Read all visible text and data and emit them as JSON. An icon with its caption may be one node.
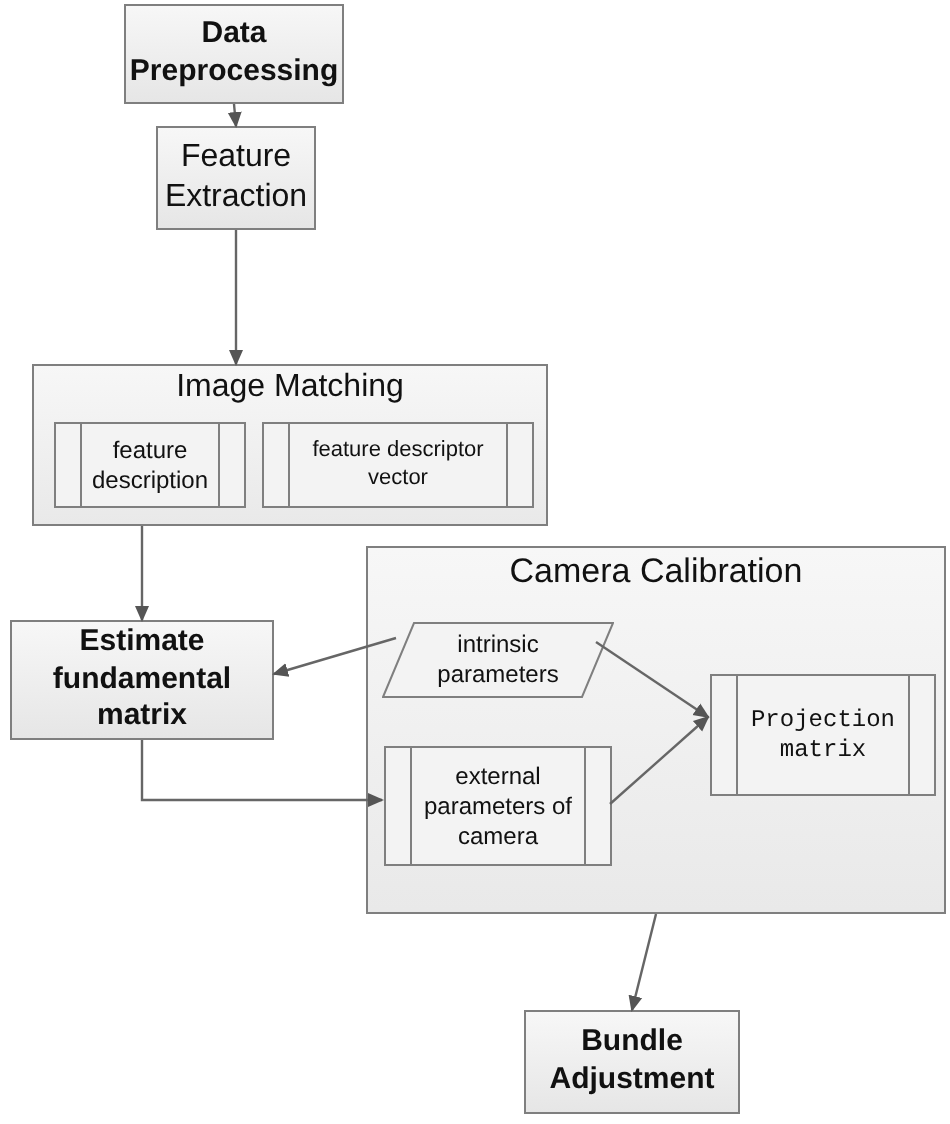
{
  "diagram": {
    "nodes": [
      {
        "text": [
          "Data Preprocessing"
        ]
      },
      {
        "text": [
          "Feature Extraction"
        ]
      },
      {
        "text": [
          "Image Matching"
        ]
      },
      {
        "text": [
          "feature description"
        ],
        "in": 2
      },
      {
        "text": [
          "feature descriptor vector"
        ],
        "in": 2
      },
      {
        "text": [
          "Estimate fundamental matrix"
        ]
      },
      {
        "text": [
          "Camera Calibration"
        ]
      },
      {
        "text": [
          "intrinsic parameters"
        ],
        "in": 6
      },
      {
        "text": [
          "external parameters of camera"
        ],
        "in": 6
      },
      {
        "text": [
          "Projection matrix"
        ],
        "in": 6
      },
      {
        "text": [
          "Bundle Adjustment"
        ]
      }
    ],
    "edges": [
      {
        "from": 0,
        "to": 1,
        "arrow": "to"
      },
      {
        "from": 1,
        "to": 2,
        "arrow": "to"
      },
      {
        "from": 2,
        "to": 5,
        "arrow": "to"
      },
      {
        "from": 7,
        "to": 5,
        "arrow": "to"
      },
      {
        "from": 5,
        "to": 8,
        "arrow": "to"
      },
      {
        "from": 7,
        "to": 9,
        "arrow": "to"
      },
      {
        "from": 8,
        "to": 9,
        "arrow": "to"
      },
      {
        "from": 6,
        "to": 10,
        "arrow": "to"
      }
    ]
  }
}
